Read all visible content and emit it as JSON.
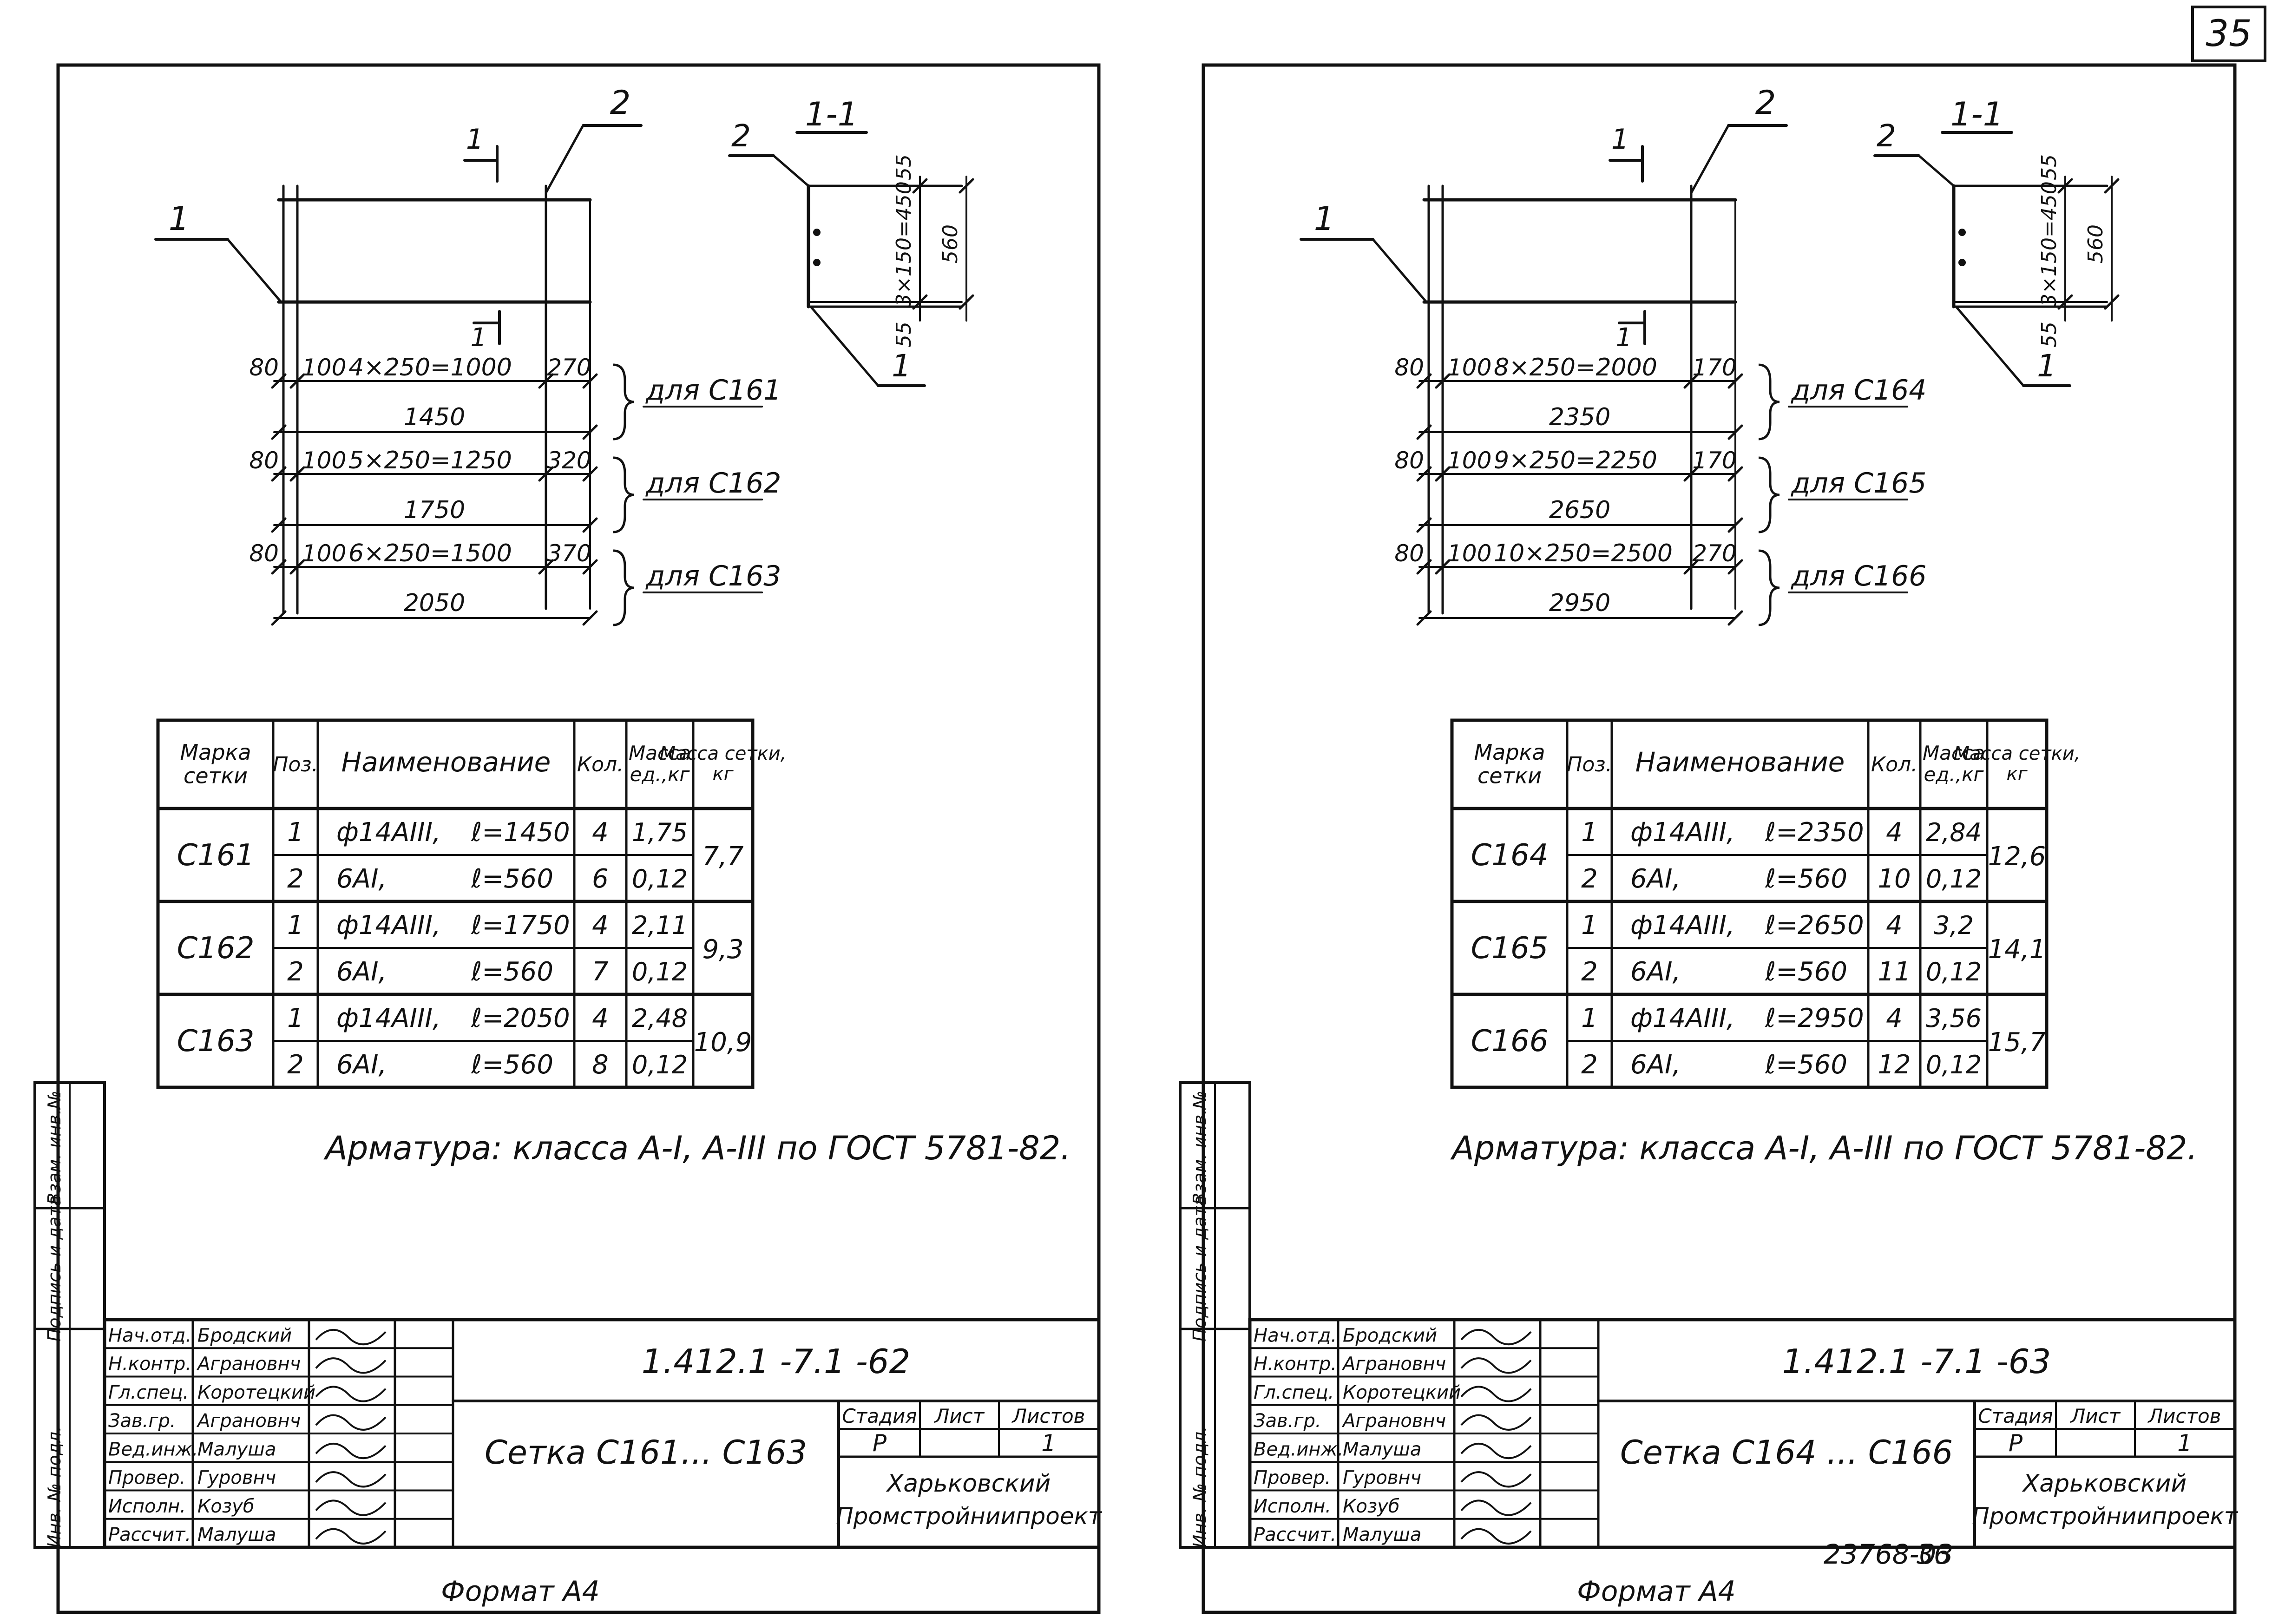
{
  "page_number": "35",
  "sheets": [
    {
      "title_labels": {
        "pos1": "1",
        "pos2": "2",
        "cut": "1",
        "section": "1-1",
        "section_pos2": "2",
        "section_pos1": "1"
      },
      "section_dims": {
        "top": "55",
        "mid": "3×150=450",
        "mid2": "560",
        "bottom": "55"
      },
      "dim_rows": [
        {
          "left": "80",
          "mid": "100",
          "run": "4×250=1000",
          "right": "270",
          "total": "1450",
          "note": "для С161"
        },
        {
          "left": "80",
          "mid": "100",
          "run": "5×250=1250",
          "right": "320",
          "total": "1750",
          "note": "для С162"
        },
        {
          "left": "80",
          "mid": "100",
          "run": "6×250=1500",
          "right": "370",
          "total": "2050",
          "note": "для С163"
        }
      ],
      "table": {
        "headers": [
          "Марка сетки",
          "Поз.",
          "Наименование",
          "Кол.",
          "Масса ед.,кг",
          "Масса сетки, кг"
        ],
        "groups": [
          {
            "mark": "С161",
            "total": "7,7",
            "rows": [
              {
                "pos": "1",
                "name": "ф14АIII,",
                "len": "ℓ=1450",
                "qty": "4",
                "mass": "1,75"
              },
              {
                "pos": "2",
                "name": "6АI,",
                "len": "ℓ=560",
                "qty": "6",
                "mass": "0,12"
              }
            ]
          },
          {
            "mark": "С162",
            "total": "9,3",
            "rows": [
              {
                "pos": "1",
                "name": "ф14АIII,",
                "len": "ℓ=1750",
                "qty": "4",
                "mass": "2,11"
              },
              {
                "pos": "2",
                "name": "6АI,",
                "len": "ℓ=560",
                "qty": "7",
                "mass": "0,12"
              }
            ]
          },
          {
            "mark": "С163",
            "total": "10,9",
            "rows": [
              {
                "pos": "1",
                "name": "ф14АIII,",
                "len": "ℓ=2050",
                "qty": "4",
                "mass": "2,48"
              },
              {
                "pos": "2",
                "name": "6АI,",
                "len": "ℓ=560",
                "qty": "8",
                "mass": "0,12"
              }
            ]
          }
        ]
      },
      "note": "Арматура: класса А-I, А-III по ГОСТ 5781-82.",
      "side_stamp": [
        "Инв. № подл.",
        "Подпись и дата",
        "Взам. инв.№"
      ],
      "stamp_roles": [
        "Нач.отд.",
        "Н.контр.",
        "Гл.спец.",
        "Зав.гр.",
        "Вед.инж.",
        "Провер.",
        "Исполн.",
        "Рассчит."
      ],
      "stamp_names": [
        "Бродский",
        "Аграновнч",
        "Коротецкий",
        "Аграновнч",
        "Малуша",
        "Гуровнч",
        "Козуб",
        "Малуша"
      ],
      "code": "1.412.1 -7.1 -62",
      "name": "Сетка С161... С163",
      "stage_headers": [
        "Стадия",
        "Лист",
        "Листов"
      ],
      "stage_values": [
        "Р",
        "",
        "1"
      ],
      "org_line1": "Харьковский",
      "org_line2": "Промстройниипроект",
      "archive_no": "",
      "archive_page": "",
      "format": "Формат А4"
    },
    {
      "title_labels": {
        "pos1": "1",
        "pos2": "2",
        "cut": "1",
        "section": "1-1",
        "section_pos2": "2",
        "section_pos1": "1"
      },
      "section_dims": {
        "top": "55",
        "mid": "3×150=450",
        "mid2": "560",
        "bottom": "55"
      },
      "dim_rows": [
        {
          "left": "80",
          "mid": "100",
          "run": "8×250=2000",
          "right": "170",
          "total": "2350",
          "note": "для С164"
        },
        {
          "left": "80",
          "mid": "100",
          "run": "9×250=2250",
          "right": "170",
          "total": "2650",
          "note": "для С165"
        },
        {
          "left": "80",
          "mid": "100",
          "run": "10×250=2500",
          "right": "270",
          "total": "2950",
          "note": "для С166"
        }
      ],
      "table": {
        "headers": [
          "Марка сетки",
          "Поз.",
          "Наименование",
          "Кол.",
          "Масса ед.,кг",
          "Масса сетки, кг"
        ],
        "groups": [
          {
            "mark": "С164",
            "total": "12,6",
            "rows": [
              {
                "pos": "1",
                "name": "ф14АIII,",
                "len": "ℓ=2350",
                "qty": "4",
                "mass": "2,84"
              },
              {
                "pos": "2",
                "name": "6АI,",
                "len": "ℓ=560",
                "qty": "10",
                "mass": "0,12"
              }
            ]
          },
          {
            "mark": "С165",
            "total": "14,1",
            "rows": [
              {
                "pos": "1",
                "name": "ф14АIII,",
                "len": "ℓ=2650",
                "qty": "4",
                "mass": "3,2"
              },
              {
                "pos": "2",
                "name": "6АI,",
                "len": "ℓ=560",
                "qty": "11",
                "mass": "0,12"
              }
            ]
          },
          {
            "mark": "С166",
            "total": "15,7",
            "rows": [
              {
                "pos": "1",
                "name": "ф14АIII,",
                "len": "ℓ=2950",
                "qty": "4",
                "mass": "3,56"
              },
              {
                "pos": "2",
                "name": "6АI,",
                "len": "ℓ=560",
                "qty": "12",
                "mass": "0,12"
              }
            ]
          }
        ]
      },
      "note": "Арматура: класса А-I, А-III по ГОСТ 5781-82.",
      "side_stamp": [
        "Инв. № подл.",
        "Подпись и дата",
        "Взам. инв.№"
      ],
      "stamp_roles": [
        "Нач.отд.",
        "Н.контр.",
        "Гл.спец.",
        "Зав.гр.",
        "Вед.инж.",
        "Провер.",
        "Исполн.",
        "Рассчит."
      ],
      "stamp_names": [
        "Бродский",
        "Аграновнч",
        "Коротецкий",
        "Аграновнч",
        "Малуша",
        "Гуровнч",
        "Козуб",
        "Малуша"
      ],
      "code": "1.412.1 -7.1 -63",
      "name": "Сетка С164 ... С166",
      "stage_headers": [
        "Стадия",
        "Лист",
        "Листов"
      ],
      "stage_values": [
        "Р",
        "",
        "1"
      ],
      "org_line1": "Харьковский",
      "org_line2": "Промстройниипроект",
      "archive_no": "23768-03",
      "archive_page": "36",
      "format": "Формат А4"
    }
  ]
}
